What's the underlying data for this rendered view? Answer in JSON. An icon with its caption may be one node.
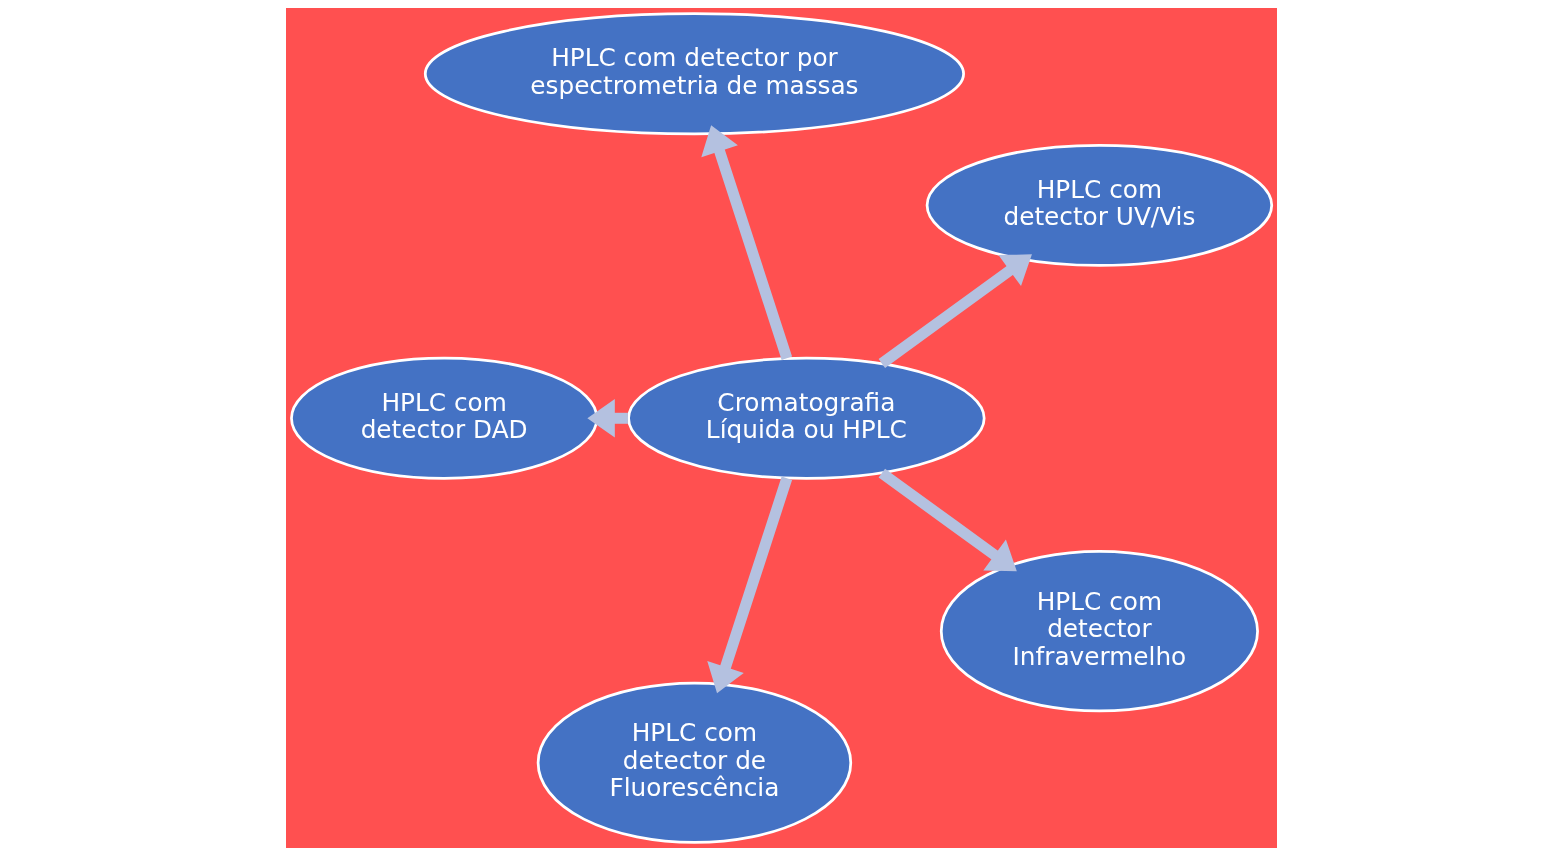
{
  "diagram": {
    "nodes": [
      {
        "text": [
          "HPLC com detector UV/Vis"
        ]
      },
      {
        "text": [
          "HPLC com detector por espectrometria de massas"
        ]
      },
      {
        "text": [
          "HPLC com detector DAD"
        ]
      },
      {
        "text": [
          "Cromatografia Líquida ou HPLC"
        ]
      },
      {
        "text": [
          "HPLC com detector de Fluorescência"
        ]
      },
      {
        "text": [
          "HPLC com detector Infravermelho"
        ]
      }
    ],
    "edges": [
      {
        "from": 3,
        "to": 0,
        "arrow": "to"
      },
      {
        "from": 3,
        "to": 2,
        "arrow": "to"
      },
      {
        "from": 3,
        "to": 5,
        "arrow": "to"
      },
      {
        "from": 3,
        "to": 4,
        "arrow": "to"
      },
      {
        "from": 3,
        "to": 1,
        "arrow": "to"
      }
    ]
  }
}
